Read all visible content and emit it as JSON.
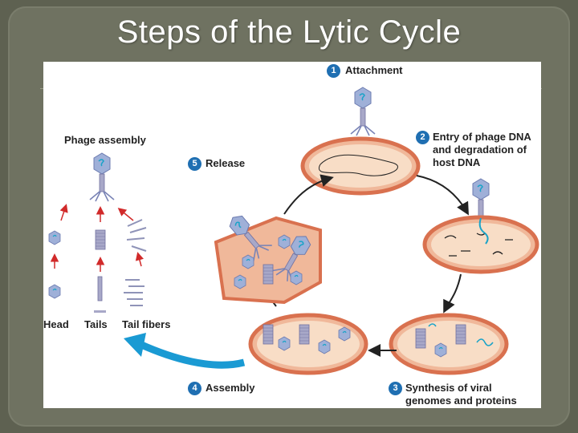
{
  "slide": {
    "title": "Steps of the Lytic Cycle"
  },
  "diagram": {
    "steps": [
      {
        "number": "1",
        "label": "Attachment"
      },
      {
        "number": "2",
        "label": "Entry of phage DNA\nand degradation of\nhost DNA"
      },
      {
        "number": "3",
        "label": "Synthesis of viral\ngenomes and proteins"
      },
      {
        "number": "4",
        "label": "Assembly"
      },
      {
        "number": "5",
        "label": "Release"
      }
    ],
    "phage_assembly_label": "Phage assembly",
    "parts": [
      {
        "label": "Head"
      },
      {
        "label": "Tails"
      },
      {
        "label": "Tail fibers"
      }
    ]
  },
  "colors": {
    "background": "#5e6151",
    "cell_fill": "#f2c9a8",
    "cell_wall": "#d9714f",
    "phage": "#aab4d6",
    "dna": "#1aa3c8",
    "arrow": "#222222",
    "assembly_arrow": "#1a9ad3",
    "small_arrows": "#d12a2a",
    "step_badge": "#1f6fb2"
  }
}
